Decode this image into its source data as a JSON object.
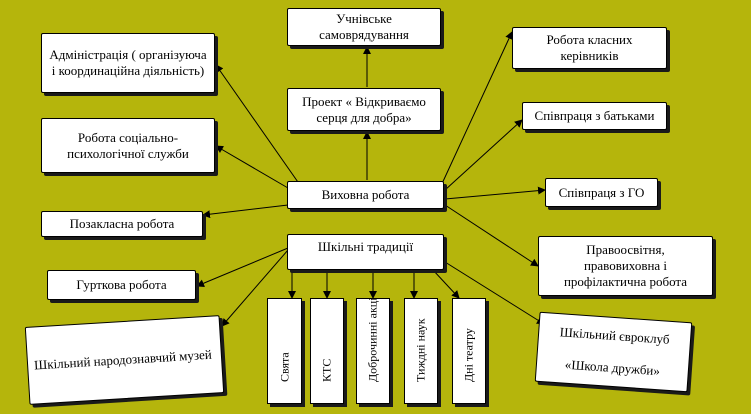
{
  "center": "Виховна робота",
  "nodes": {
    "self_gov": "Учнівське\nсамоврядування",
    "project": "Проект « Відкриваємо\nсерця для добра»",
    "admin": "Адміністрація ( організуюча\nі координаційна діяльність)",
    "social": "Робота соціально-\nпсихологічної служби",
    "extracurricular": "Позакласна робота",
    "clubs": "Гурткова робота",
    "museum": "Шкільний народознавчий музей",
    "class_teachers": "Робота класних\nкерівників",
    "parents": "Співпраця з батьками",
    "ngo": "Співпраця з ГО",
    "legal": "Правоосвітня,\nправовиховна і\nпрофілактична робота",
    "euroclub": "Шкільний євроклуб\n\n«Школа дружби»",
    "traditions": "Шкільні традиції"
  },
  "traditions_items": [
    "Свята",
    "КТС",
    "Доброчинні акції",
    "Тиждні наук",
    "Дні театру"
  ]
}
